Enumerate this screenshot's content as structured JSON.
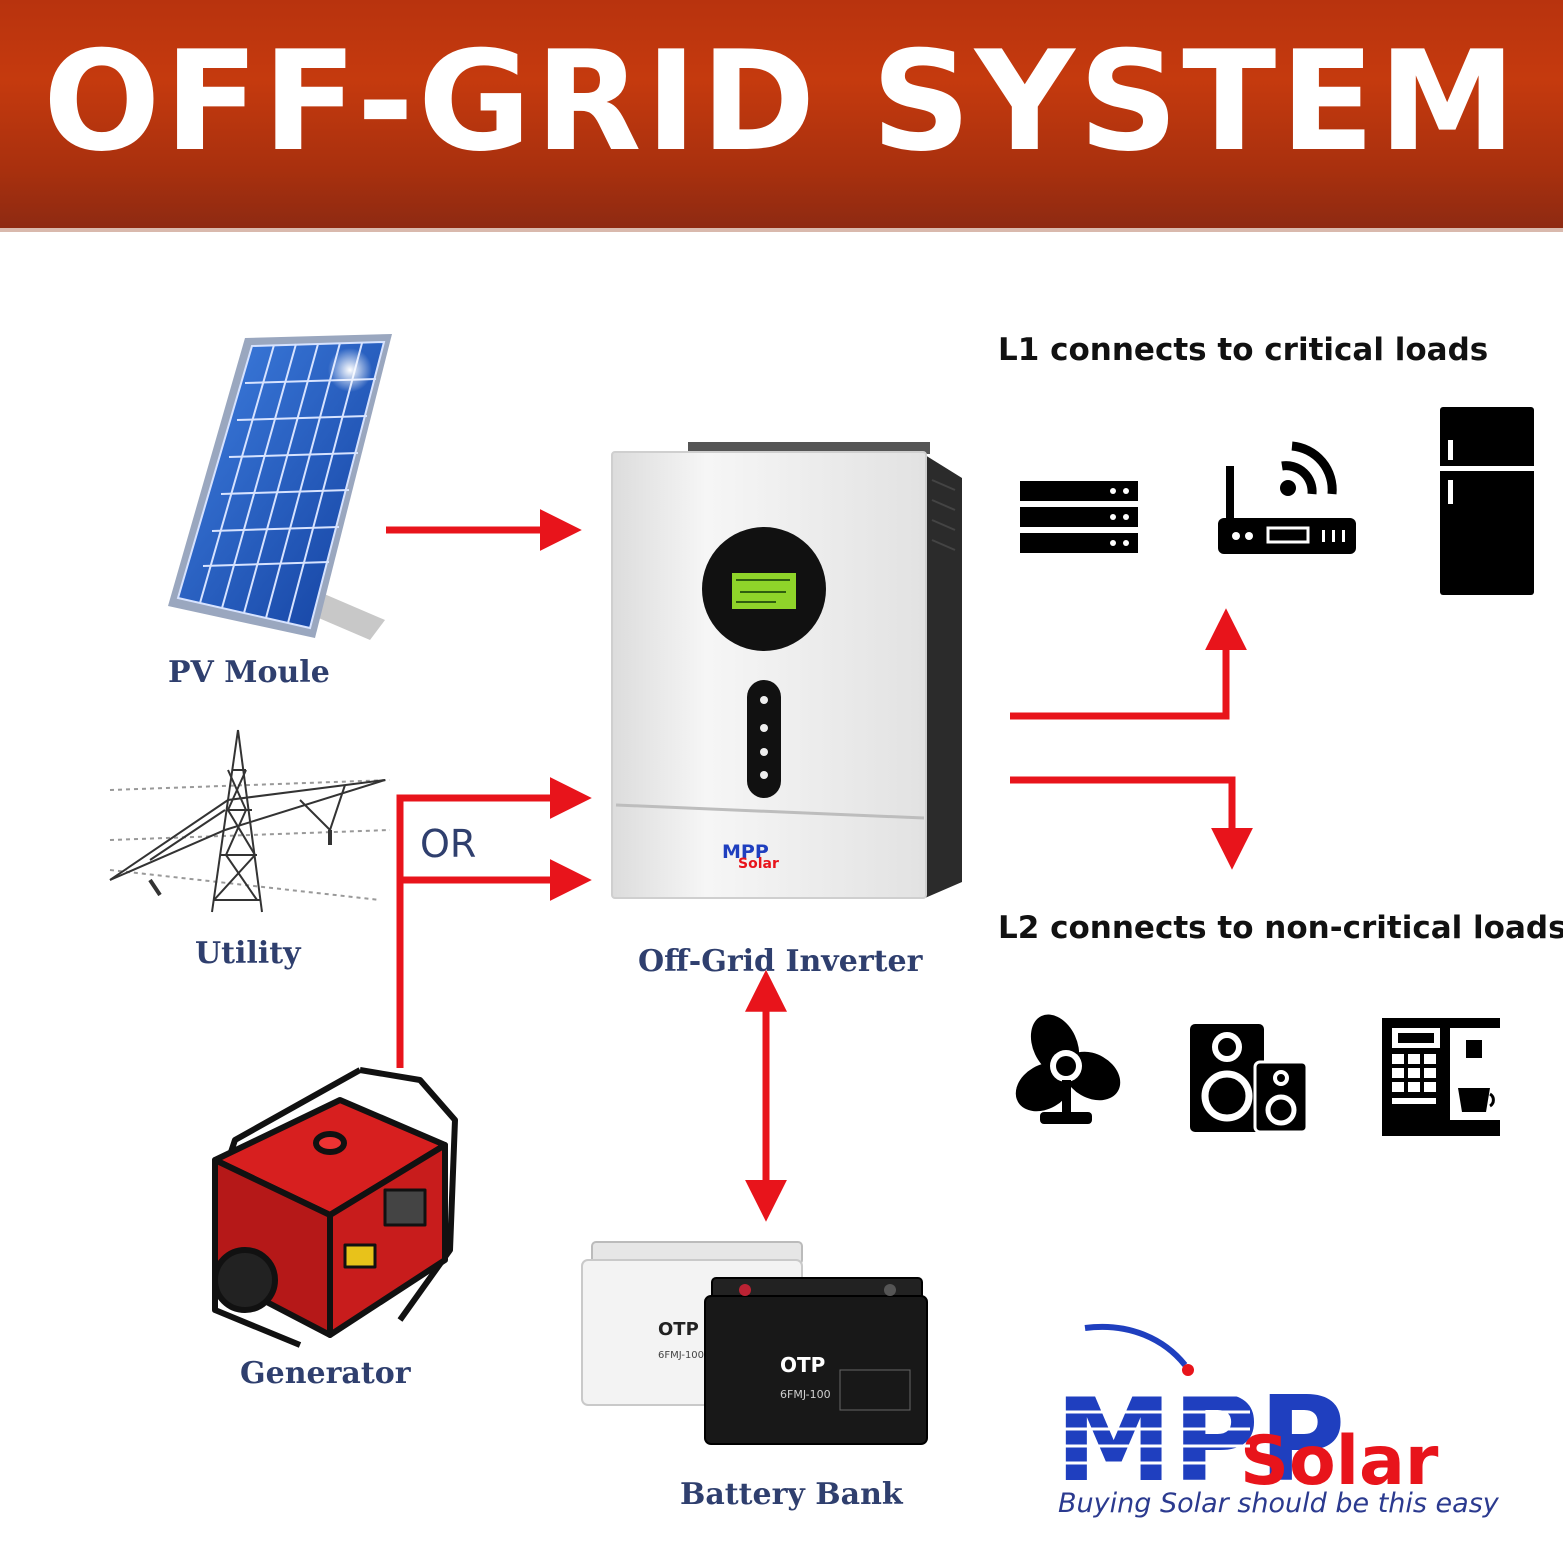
{
  "banner": {
    "title": "OFF-GRID SYSTEM"
  },
  "nodes": {
    "pv_module": "PV Moule",
    "utility": "Utility",
    "generator": "Generator",
    "inverter": "Off-Grid Inverter",
    "battery_bank": "Battery Bank"
  },
  "or_label": "OR",
  "loads": {
    "l1_heading": "L1 connects to critical loads",
    "l2_heading": "L2 connects to non-critical loads",
    "l1_icons": [
      "server-icon",
      "wifi-router-icon",
      "refrigerator-icon"
    ],
    "l2_icons": [
      "fan-icon",
      "speaker-icon",
      "coffee-machine-icon"
    ]
  },
  "inverter_brand": {
    "line1": "MPP",
    "line2": "Solar"
  },
  "battery": {
    "brand": "OTP",
    "model": "6FMJ-100"
  },
  "logo": {
    "brand_line1": "MPP",
    "brand_line2": "Solar",
    "tagline": "Buying Solar should be this easy"
  },
  "colors": {
    "banner": "#c53a0e",
    "arrow": "#e8141b",
    "label": "#2f3f6e",
    "logo_blue": "#1f3fbf",
    "logo_red": "#e8141b"
  }
}
